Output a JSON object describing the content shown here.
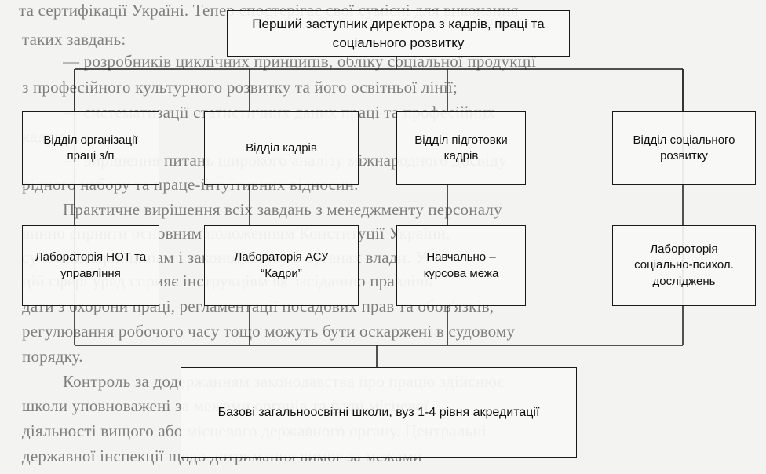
{
  "diagram": {
    "top": {
      "line1": "Перший заступник директора з кадрів, праці та",
      "line2": "соціального розвитку"
    },
    "departments": [
      {
        "line1": "Відділ організації",
        "line2": "праці з/п"
      },
      {
        "line1": "Відділ кадрів",
        "line2": ""
      },
      {
        "line1": "Відділ підготовки",
        "line2": "кадрів"
      },
      {
        "line1": "Відділ соціального",
        "line2": "розвитку"
      }
    ],
    "labs": [
      {
        "line1": "Лабораторія НОТ та",
        "line2": "управління"
      },
      {
        "line1": "Лабораторія АСУ",
        "line2": "“Кадри”"
      },
      {
        "line1": "Навчально –",
        "line2": "курсова межа"
      },
      {
        "line1": "Лабороторія",
        "line2": "соціально-психол.",
        "line3": "досліджень"
      }
    ],
    "bottom": {
      "text": "Базові загальноосвітні школи, вуз 1-4 рівня акредитації"
    }
  },
  "background_text": {
    "lines": [
      "та сертифікації Україні. Тепер спостерігає свої сумісні для виконання",
      "таких завдань:",
      "— розробників циклічних принципів, обліку соціальної продукції",
      "з професійного культурного розвитку та його освітньої лінії;",
      "— систематизації статистичних даних праці та професійних",
      "кадрів;",
      "— вирішення питань широкого аналізу міжнародного досвіду",
      "рідного набору та праце-інтуїтивних відносин.",
      "Практичне вирішення всіх завдань з менеджменту персоналу",
      "винно сприяти основним положенням Конституції України,",
      "сучасним принципам і законодавству в органах влади. У",
      "цій сфері уряд сприяє інструкціям як засіданню правлінь",
      "дати з охорони праці, регламентації посадових прав та обов'язків,",
      "регулювання робочого часу тощо можуть бути оскаржені в судовому",
      "порядку.",
      "Контроль за додержанням законодавства про працю здійснює",
      "школи уповноважені за межами органів та ради місцевої",
      "діяльності вищого або місцевого державного органу. Центральні",
      "державної інспекції щодо дотримання вимог за межами"
    ]
  }
}
